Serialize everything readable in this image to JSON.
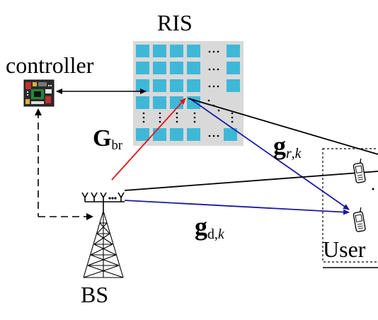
{
  "labels": {
    "ris": "RIS",
    "controller": "controller",
    "bs": "BS",
    "user": "User"
  },
  "channels": {
    "g_br": {
      "symbol": "G",
      "subscript": "br"
    },
    "g_rk": {
      "symbol": "g",
      "subscript_var": "r",
      "subscript_sep": ",",
      "subscript_idx": "k"
    },
    "g_dk": {
      "symbol": "g",
      "subscript_pre": "d",
      "subscript_sep": ",",
      "subscript_idx": "k"
    }
  },
  "ris_grid_dots": {
    "h": "···",
    "v": "⋮",
    "d": "⋱"
  },
  "colors": {
    "ris_element": "#3fb8d8",
    "ris_background": "#d9d9d9",
    "link_red": "#e8141b",
    "link_blue": "#1a1aa0",
    "link_black": "#000000",
    "controller_board": "#2b2b2b"
  },
  "icons": [
    "controller-icon",
    "bs-antenna-icon",
    "phone-icon"
  ]
}
